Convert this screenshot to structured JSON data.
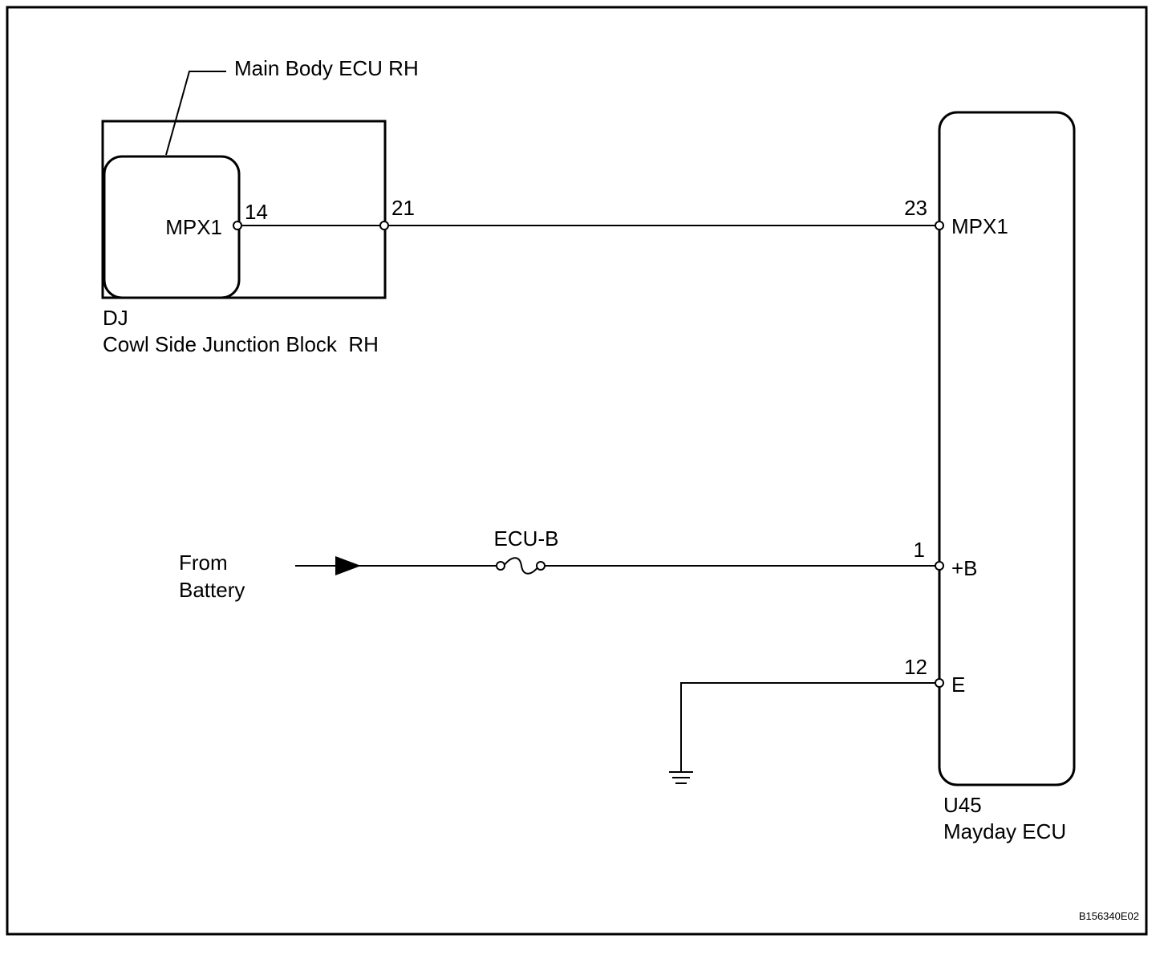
{
  "components": {
    "main_body_ecu": {
      "label": "Main Body ECU RH",
      "terminal_name": "MPX1",
      "terminal_pin": "14"
    },
    "junction_block": {
      "code": "DJ",
      "name": "Cowl Side Junction Block  RH",
      "terminal_pin": "21"
    },
    "mayday_ecu": {
      "code": "U45",
      "name": "Mayday ECU",
      "terminals": [
        {
          "pin": "23",
          "name": "MPX1"
        },
        {
          "pin": "1",
          "name": "+B"
        },
        {
          "pin": "12",
          "name": "E"
        }
      ]
    },
    "fuse": {
      "label": "ECU-B"
    },
    "battery_source": {
      "line1": "From",
      "line2": "Battery"
    }
  },
  "footer": {
    "figure_code": "B156340E02"
  }
}
